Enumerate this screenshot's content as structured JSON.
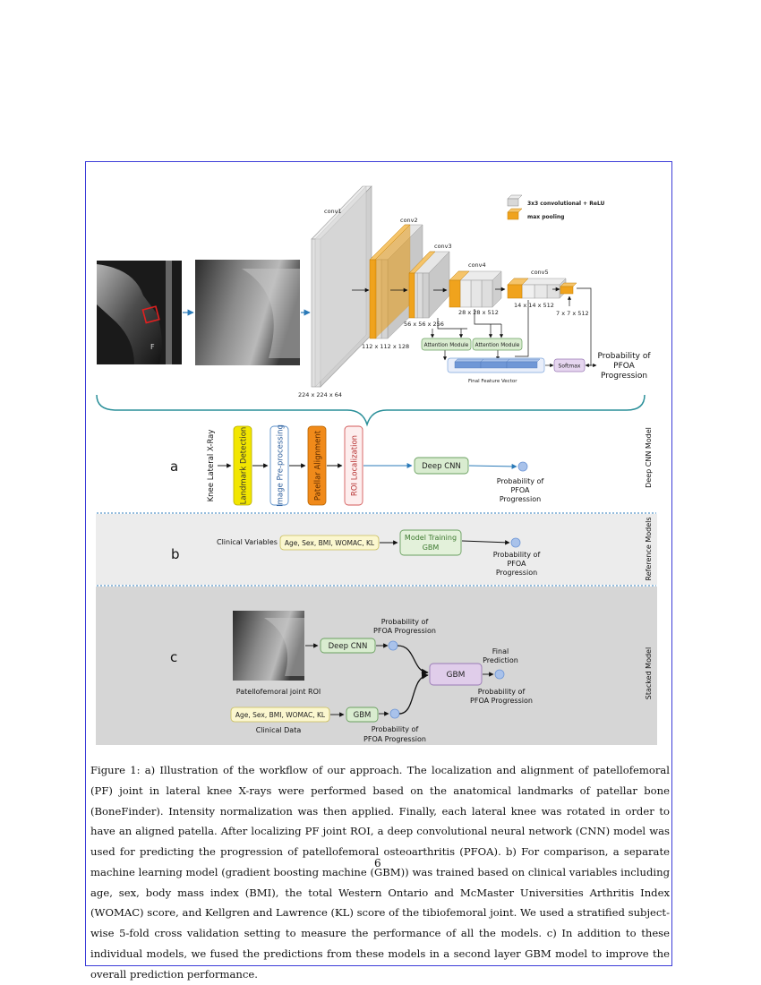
{
  "cnn_top": {
    "conv_labels": [
      "conv1",
      "conv2",
      "conv3",
      "conv4",
      "conv5"
    ],
    "dims": [
      "224 x 224 x 64",
      "112 x 112 x 128",
      "56 x 56 x 256",
      "28 x 28 x 512",
      "14 x 14 x 512",
      "7 x 7 x 512"
    ],
    "legend": {
      "conv": "3x3 convolutional + ReLU",
      "pool": "max pooling"
    },
    "attention": [
      "Attention Module",
      "Attention Module"
    ],
    "feature_vector": "Final Feature Vector",
    "softmax": "Softmax",
    "output": [
      "Probability of",
      "PFOA",
      "Progression"
    ],
    "xray_marker": "F",
    "colors": {
      "pool": "#f0a31d",
      "conv": "#d8d8d8",
      "attention": "#d9ecd0",
      "softmax": "#e6d6f0",
      "feature": "#7fa6dc",
      "arrow": "#2a7ab8",
      "brace": "#2a8f99"
    }
  },
  "panel_a": {
    "letter": "a",
    "input": "Knee Lateral X-Ray",
    "steps": [
      "Landmark Detection",
      "Image Pre-processing",
      "Patellar Alignment",
      "ROI Localization"
    ],
    "model": "Deep CNN",
    "output": [
      "Probability of",
      "PFOA",
      "Progression"
    ],
    "side_label": "Deep CNN Model"
  },
  "panel_b": {
    "letter": "b",
    "input_label": "Clinical Variables",
    "variables": "Age, Sex, BMI, WOMAC, KL",
    "model": [
      "Model Training",
      "GBM"
    ],
    "output": [
      "Probability of",
      "PFOA",
      "Progression"
    ],
    "side_label": "Reference Models"
  },
  "panel_c": {
    "letter": "c",
    "roi_label": "Patellofemoral joint ROI",
    "cnn": "Deep CNN",
    "cnn_output": [
      "Probability of",
      "PFOA Progression"
    ],
    "clinical_box": "Age, Sex, BMI, WOMAC, KL",
    "clinical_label": "Clinical Data",
    "gbm1": "GBM",
    "gbm1_output": [
      "Probability of",
      "PFOA Progression"
    ],
    "gbm2": "GBM",
    "final": [
      "Final",
      "Prediction"
    ],
    "final_output": [
      "Probability of",
      "PFOA Progression"
    ],
    "side_label": "Stacked Model"
  },
  "caption": "Figure 1: a) Illustration of the workflow of our approach. The localization and alignment of patellofemoral (PF) joint in lateral knee X-rays were performed based on the anatomical landmarks of patellar bone (BoneFinder). Intensity normalization was then applied. Finally, each lateral knee was rotated in order to have an aligned patella. After localizing PF joint ROI, a deep convolutional neural network (CNN) model was used for predicting the progression of patellofemoral osteoarthritis (PFOA). b) For comparison, a separate machine learning model (gradient boosting machine (GBM)) was trained based on clinical variables including age, sex, body mass index (BMI), the total Western Ontario and McMaster Universities Arthritis Index (WOMAC) score, and Kellgren and Lawrence (KL) score of the tibiofemoral joint. We used a stratified subject-wise 5-fold cross validation setting to measure the performance of all the models. c) In addition to these individual models, we fused the predictions from these models in a second layer GBM model to improve the overall prediction performance.",
  "page_number": "6"
}
